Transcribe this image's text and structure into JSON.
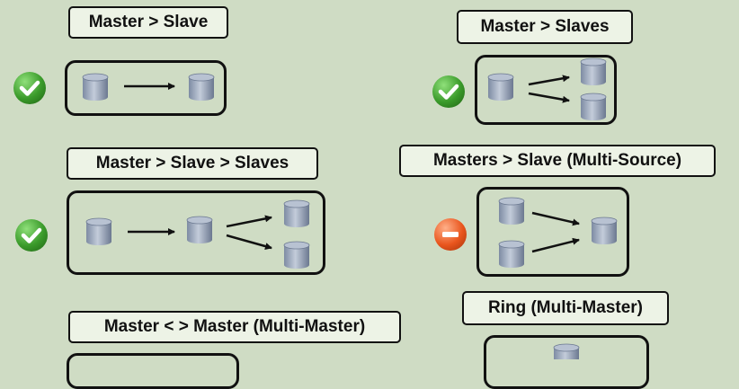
{
  "topologies": [
    {
      "id": "master-slave",
      "label": "Master > Slave",
      "status": "supported"
    },
    {
      "id": "master-slaves",
      "label": "Master > Slaves",
      "status": "supported"
    },
    {
      "id": "master-slave-slaves",
      "label": "Master > Slave > Slaves",
      "status": "supported"
    },
    {
      "id": "multi-source",
      "label": "Masters > Slave (Multi-Source)",
      "status": "not-supported"
    },
    {
      "id": "multi-master",
      "label": "Master < > Master (Multi-Master)",
      "status": "unknown"
    },
    {
      "id": "ring",
      "label": "Ring (Multi-Master)",
      "status": "unknown"
    }
  ],
  "status_icons": {
    "supported": "check-icon",
    "not-supported": "minus-icon"
  },
  "colors": {
    "background": "#cfdcc4",
    "supported": "#3a9a2a",
    "not_supported": "#e9551d",
    "database": "#9aa7bb"
  }
}
